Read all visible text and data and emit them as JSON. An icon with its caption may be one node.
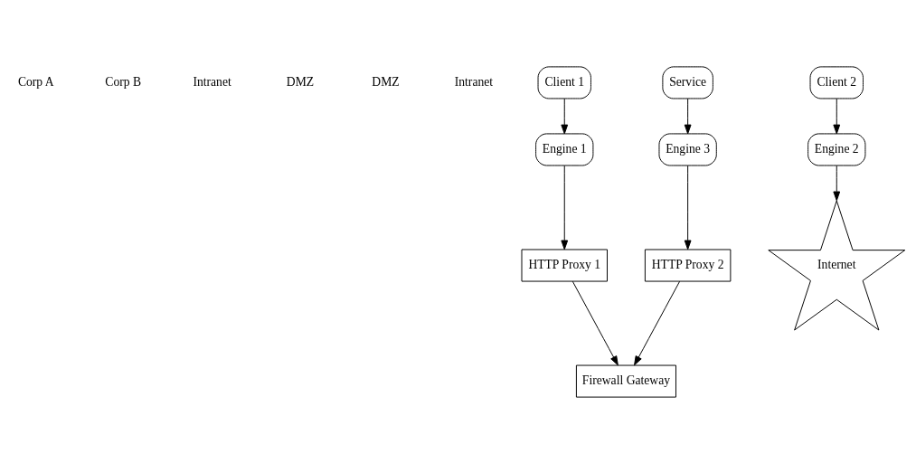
{
  "diagram": {
    "nodes": [
      {
        "text": [
          "Client 1"
        ]
      },
      {
        "text": [
          "Engine 1"
        ]
      },
      {
        "text": [
          "HTTP Proxy 1"
        ]
      },
      {
        "text": [
          "Internet"
        ]
      },
      {
        "text": [
          "HTTP Proxy 2"
        ]
      },
      {
        "text": [
          "Engine 3"
        ]
      },
      {
        "text": [
          "Firewall Gateway"
        ]
      },
      {
        "text": [
          "Service"
        ]
      },
      {
        "text": [
          "Engine 2"
        ]
      },
      {
        "text": [
          "Client 2"
        ]
      }
    ],
    "edges": [
      {
        "from": 0,
        "to": 1,
        "arrow": "to"
      },
      {
        "from": 1,
        "to": 2,
        "arrow": "to"
      },
      {
        "from": 2,
        "to": 6,
        "arrow": "to"
      },
      {
        "from": 8,
        "to": 3,
        "arrow": "to"
      },
      {
        "from": 9,
        "to": 8,
        "arrow": "to"
      },
      {
        "from": 5,
        "to": 4,
        "arrow": "to"
      },
      {
        "from": 4,
        "to": 6,
        "arrow": "to"
      },
      {
        "from": 7,
        "to": 5,
        "arrow": "to"
      }
    ],
    "labels": [
      "Corp A",
      "Corp B",
      "Intranet",
      "DMZ",
      "DMZ",
      "Intranet"
    ]
  }
}
